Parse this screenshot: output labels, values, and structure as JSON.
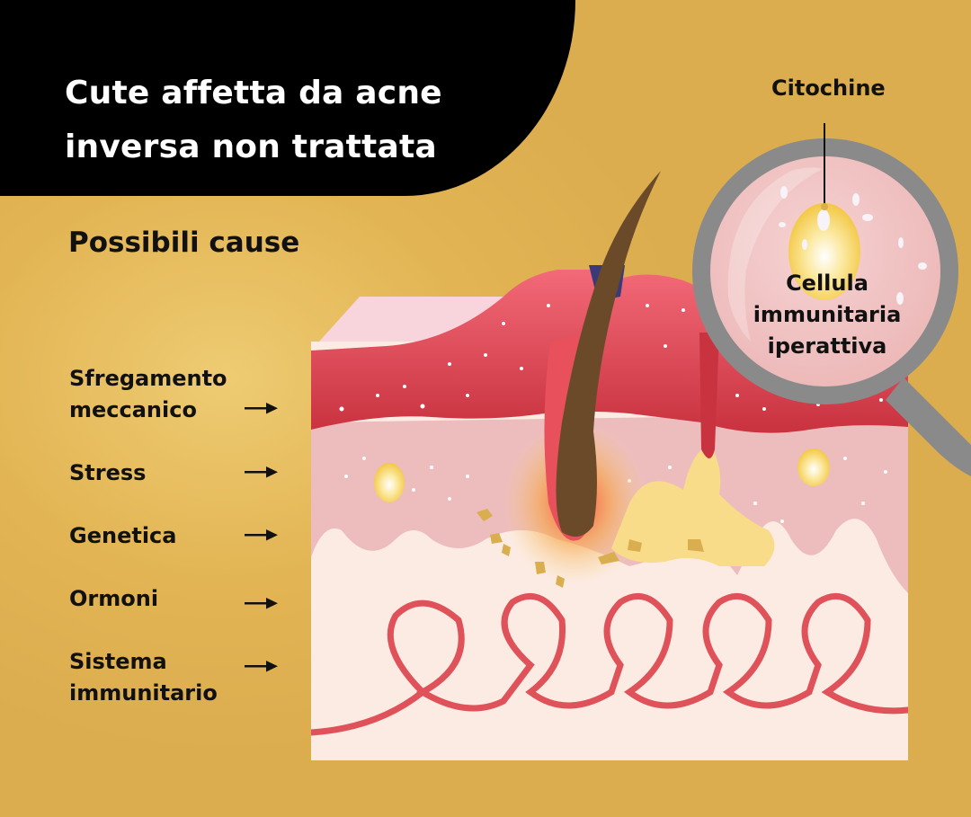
{
  "header": {
    "title_line1": "Cute affetta da acne",
    "title_line2": "inversa non trattata"
  },
  "causes_section": {
    "heading": "Possibili cause",
    "items": [
      {
        "line1": "Sfregamento",
        "line2": "meccanico",
        "icon": "arrow-right-icon"
      },
      {
        "line1": "Stress",
        "line2": "",
        "icon": "arrow-right-icon"
      },
      {
        "line1": "Genetica",
        "line2": "",
        "icon": "arrow-right-icon"
      },
      {
        "line1": "Ormoni",
        "line2": "",
        "icon": "arrow-right-icon"
      },
      {
        "line1": "Sistema",
        "line2": "immunitario",
        "icon": "arrow-right-icon"
      }
    ]
  },
  "magnifier": {
    "pointer_label": "Citochine",
    "cell_label_line1": "Cellula",
    "cell_label_line2": "immunitaria",
    "cell_label_line3": "iperattiva"
  },
  "colors": {
    "background": "#DFB251",
    "title_bg": "#000000",
    "epidermis": "#E85A66",
    "dermis": "#EDBDBD",
    "hypodermis": "#FBEAE2",
    "blood_vessel": "#E0525A",
    "hair": "#6B4A2A",
    "sebum": "#F8DC8A",
    "magnifier_frame": "#8A8A8A"
  }
}
